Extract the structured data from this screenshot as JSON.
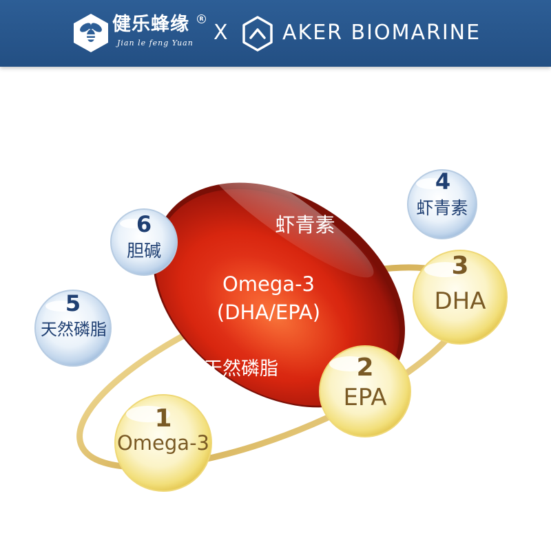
{
  "header": {
    "brand1_name": "健乐蜂缘",
    "brand1_reg": "R",
    "brand1_sub": "Jian le feng Yuan",
    "cross": "X",
    "brand2_name": "AKER BIOMARINE",
    "brand1_logo_icon": "bee-hexagon-icon",
    "brand2_logo_icon": "hexagon-arrow-icon"
  },
  "capsule": {
    "label_top": "虾青素",
    "label_mid_1": "Omega-3",
    "label_mid_2": "(DHA/EPA)",
    "label_bottom": "天然磷脂"
  },
  "bubbles": [
    {
      "num": "1",
      "label": "Omega-3",
      "kind": "gold"
    },
    {
      "num": "2",
      "label": "EPA",
      "kind": "gold"
    },
    {
      "num": "3",
      "label": "DHA",
      "kind": "gold"
    },
    {
      "num": "4",
      "label": "虾青素",
      "kind": "blue"
    },
    {
      "num": "5",
      "label": "天然磷脂",
      "kind": "blue"
    },
    {
      "num": "6",
      "label": "胆碱",
      "kind": "blue"
    }
  ],
  "colors": {
    "header_bg": "#2d5e96",
    "capsule_red": "#e22d17",
    "gold_text": "#7a5a25",
    "blue_text": "#1f3f72",
    "ring_gold": "#e2c46f"
  }
}
